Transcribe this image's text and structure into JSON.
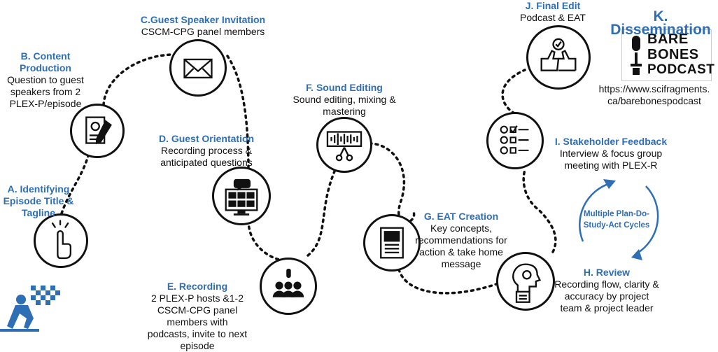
{
  "steps": {
    "a": {
      "title": "A. Identifying Episode Title & Tagline"
    },
    "b": {
      "title": "B. Content Production",
      "desc": "Question to guest speakers from 2 PLEX-P/episode"
    },
    "c": {
      "title": "C.Guest Speaker Invitation",
      "desc": "CSCM-CPG panel members"
    },
    "d": {
      "title": "D. Guest Orientation",
      "desc": "Recording process & anticipated questions"
    },
    "e": {
      "title": "E. Recording",
      "desc": "2 PLEX-P hosts &1-2 CSCM-CPG panel members with podcasts, invite to next episode"
    },
    "f": {
      "title": "F. Sound Editing",
      "desc": "Sound editing, mixing & mastering"
    },
    "g": {
      "title": "G. EAT Creation",
      "desc": "Key concepts, recommendations for action & take home message"
    },
    "h": {
      "title": "H. Review",
      "desc": "Recording flow, clarity & accuracy by  project team & project leader"
    },
    "i": {
      "title": "I. Stakeholder Feedback",
      "desc": "Interview & focus group meeting with PLEX-R"
    },
    "j": {
      "title": "J. Final Edit",
      "desc": "Podcast & EAT"
    },
    "k": {
      "title": "K. Dissemination",
      "url_line1": "https://www.scifragments.",
      "url_line2": "ca/barebonespodcast"
    }
  },
  "logo": {
    "line1": "BARE",
    "line2": "BONES",
    "line3": "PODCAST"
  },
  "cycle": {
    "label": "Multiple Plan-Do-Study-Act Cycles"
  },
  "colors": {
    "accent": "#2e6eb5",
    "line": "#111111",
    "runner": "#2e6eb5"
  },
  "icons": [
    "pointing-hand-icon",
    "document-pencil-icon",
    "envelope-icon",
    "video-call-icon",
    "group-microphone-icon",
    "waveform-scissors-icon",
    "newsletter-icon",
    "headset-head-icon",
    "feedback-faces-icon",
    "thumbs-up-icon",
    "microphone-logo-icon",
    "runner-flag-icon"
  ]
}
